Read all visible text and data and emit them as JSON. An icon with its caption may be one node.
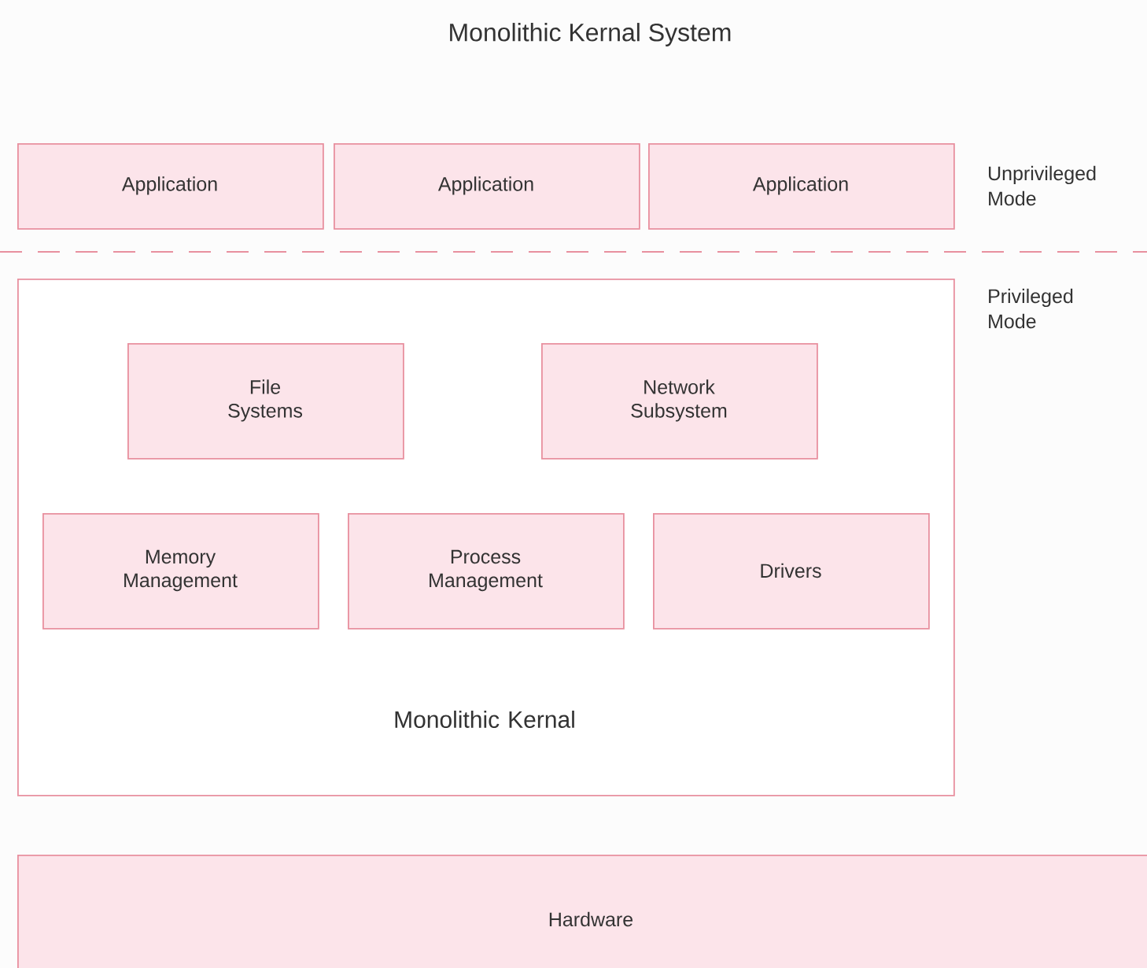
{
  "diagram": {
    "title": "Monolithic Kernal System",
    "nodes": [
      {
        "text": [
          "Application"
        ]
      },
      {
        "text": [
          "Application"
        ]
      },
      {
        "text": [
          "Application"
        ]
      },
      {
        "text": [
          "Monolithic Kernal"
        ]
      },
      {
        "text": [
          "File Systems"
        ],
        "in": 3
      },
      {
        "text": [
          "Network Subsystem"
        ],
        "in": 3
      },
      {
        "text": [
          "Memory Management"
        ],
        "in": 3
      },
      {
        "text": [
          "Process Management"
        ],
        "in": 3
      },
      {
        "text": [
          "Drivers"
        ],
        "in": 3
      },
      {
        "text": [
          "Hardware"
        ]
      }
    ],
    "labels": [
      "Unprivileged Mode",
      "Privileged Mode"
    ]
  }
}
